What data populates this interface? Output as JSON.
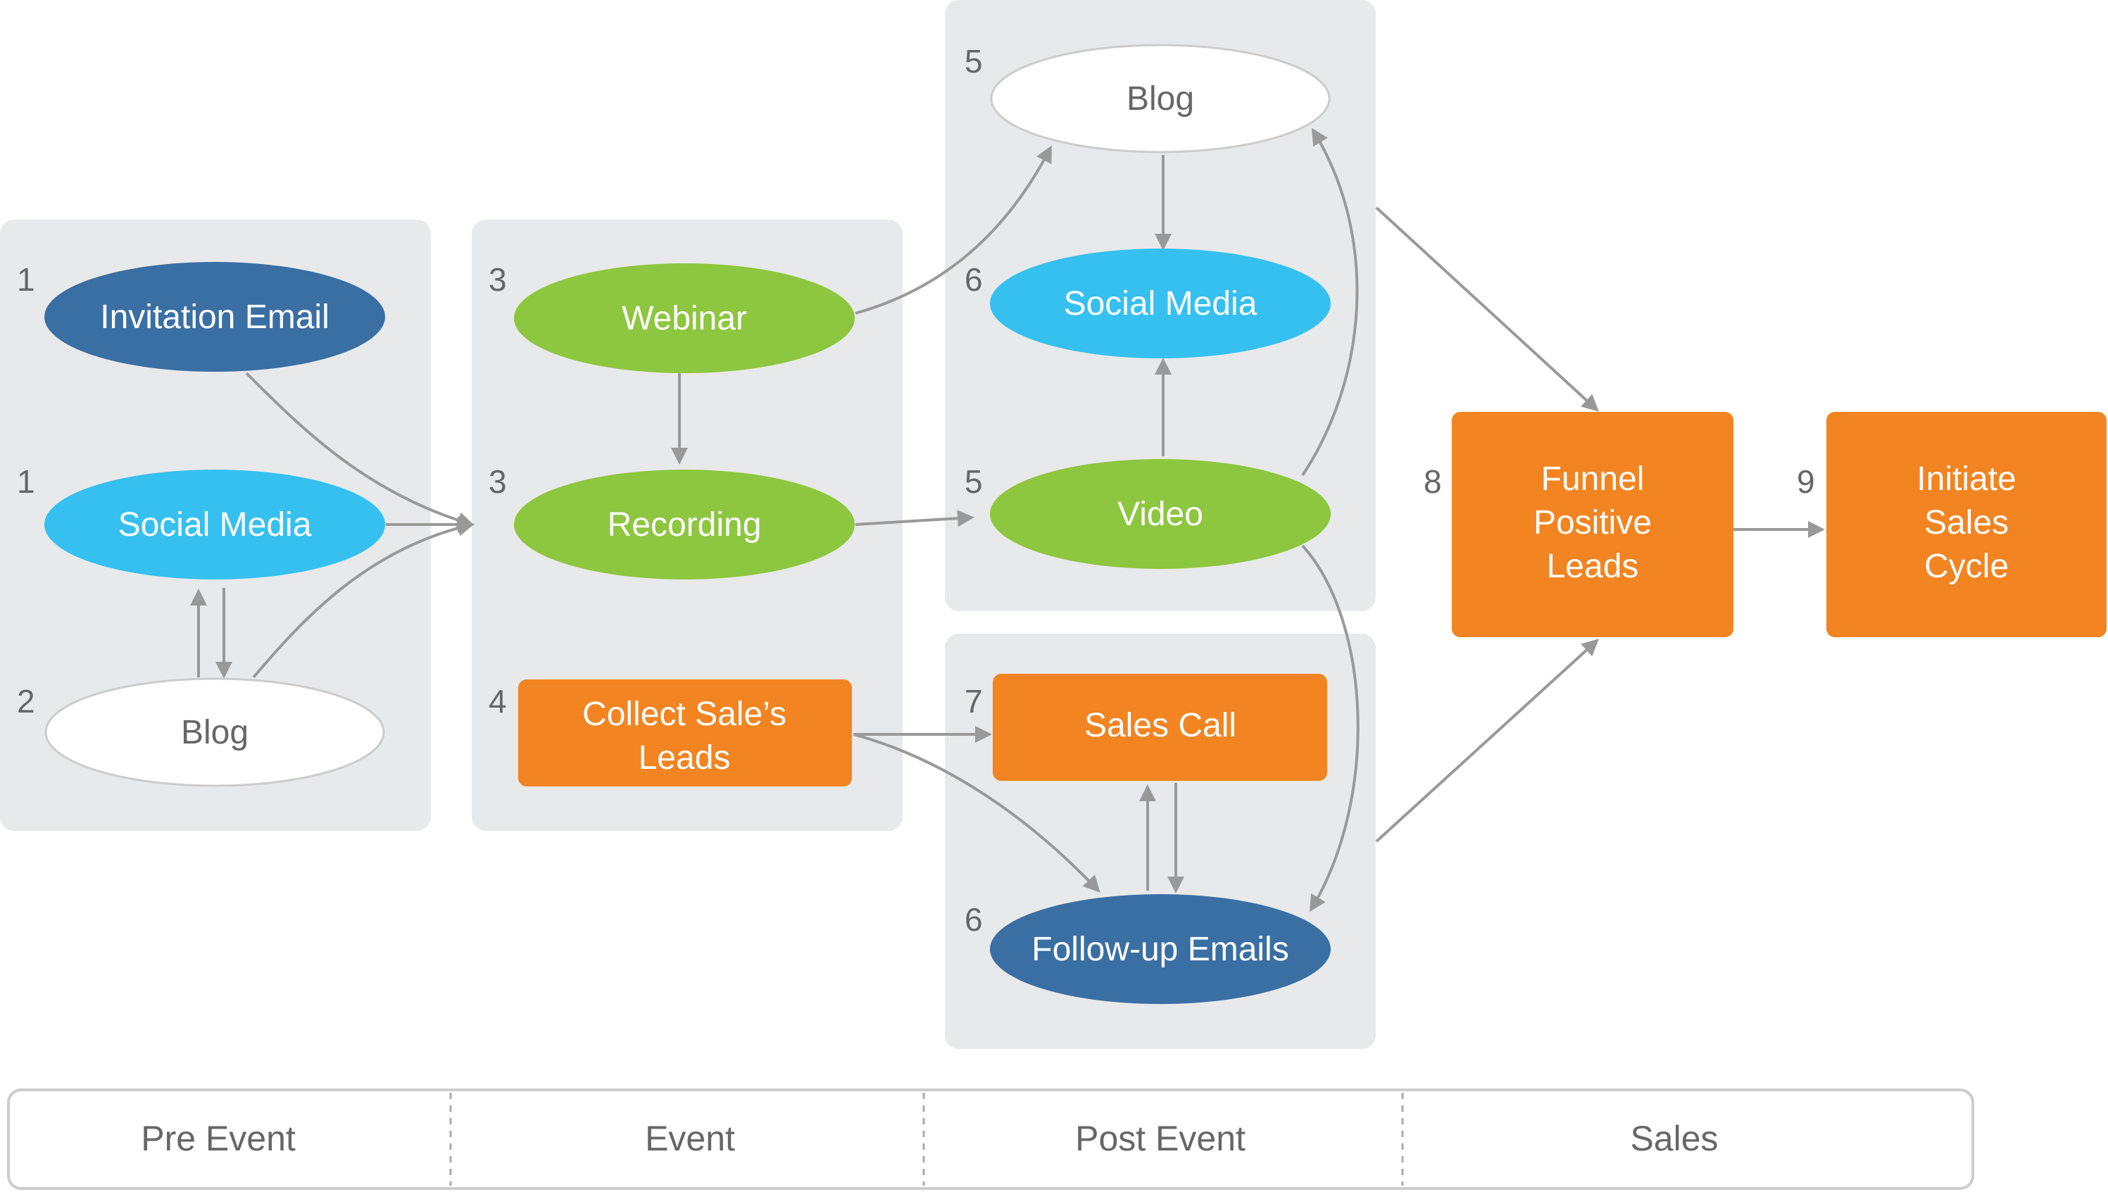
{
  "colors": {
    "panel": "#E8E9EA",
    "navy": "#3A6FA4",
    "sky": "#35C0F0",
    "green": "#8DC63F",
    "orange": "#F28421",
    "white_node": "#FFFFFF",
    "node_border": "#CCCCCC",
    "arrow": "#999999",
    "text_dark": "#666666"
  },
  "nodes": {
    "invitation_email": {
      "step": "1",
      "label": [
        "Invitation Email"
      ]
    },
    "social_media_pre": {
      "step": "1",
      "label": [
        "Social Media"
      ]
    },
    "blog_pre": {
      "step": "2",
      "label": [
        "Blog"
      ]
    },
    "webinar": {
      "step": "3",
      "label": [
        "Webinar"
      ]
    },
    "recording": {
      "step": "3",
      "label": [
        "Recording"
      ]
    },
    "collect_leads": {
      "step": "4",
      "label": [
        "Collect Sale’s",
        "Leads"
      ]
    },
    "blog_post": {
      "step": "5",
      "label": [
        "Blog"
      ]
    },
    "social_media_post": {
      "step": "6",
      "label": [
        "Social Media"
      ]
    },
    "video": {
      "step": "5",
      "label": [
        "Video"
      ]
    },
    "sales_call": {
      "step": "7",
      "label": [
        "Sales Call"
      ]
    },
    "follow_up_emails": {
      "step": "6",
      "label": [
        "Follow-up Emails"
      ]
    },
    "funnel_leads": {
      "step": "8",
      "label": [
        "Funnel",
        "Positive",
        "Leads"
      ]
    },
    "initiate_sales": {
      "step": "9",
      "label": [
        "Initiate",
        "Sales",
        "Cycle"
      ]
    }
  },
  "phases": [
    "Pre Event",
    "Event",
    "Post Event",
    "Sales"
  ]
}
